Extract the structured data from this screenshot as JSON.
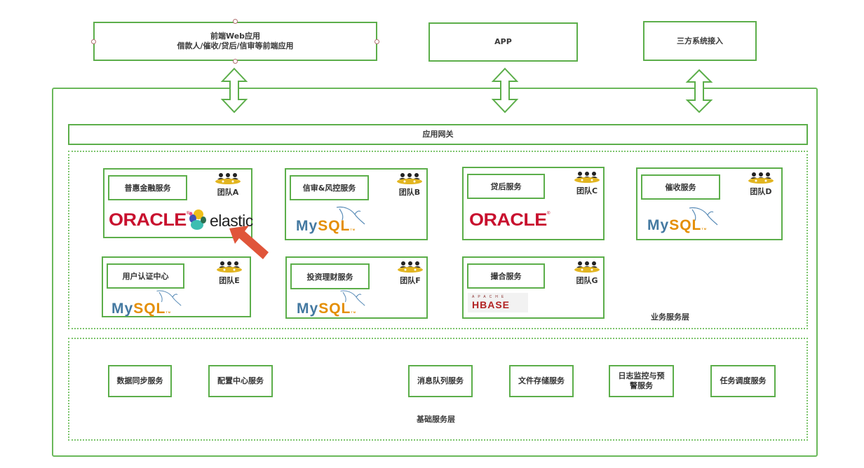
{
  "clients": {
    "web": {
      "line1": "前端Web应用",
      "line2": "借款人/催收/贷后/信审等前端应用"
    },
    "app": {
      "label": "APP"
    },
    "third_party": {
      "label": "三方系统接入"
    }
  },
  "gateway": {
    "label": "应用网关"
  },
  "business_layer": {
    "label": "业务服务层",
    "services": [
      {
        "name": "普惠金融服务",
        "team": "团队A",
        "stores": [
          "ORACLE",
          "elastic"
        ]
      },
      {
        "name": "信审&风控服务",
        "team": "团队B",
        "stores": [
          "MySQL"
        ]
      },
      {
        "name": "贷后服务",
        "team": "团队C",
        "stores": [
          "ORACLE"
        ]
      },
      {
        "name": "催收服务",
        "team": "团队D",
        "stores": [
          "MySQL"
        ]
      },
      {
        "name": "用户认证中心",
        "team": "团队E",
        "stores": [
          "MySQL"
        ]
      },
      {
        "name": "投资理财服务",
        "team": "团队F",
        "stores": [
          "MySQL"
        ]
      },
      {
        "name": "撮合服务",
        "team": "团队G",
        "stores": [
          "APACHE HBASE"
        ]
      }
    ]
  },
  "base_layer": {
    "label": "基础服务层",
    "services": [
      "数据同步服务",
      "配置中心服务",
      "消息队列服务",
      "文件存储服务",
      "日志监控与预警服务",
      "任务调度服务"
    ],
    "log_service_lines": [
      "日志监控与预",
      "警服务"
    ]
  },
  "logos": {
    "oracle": "ORACLE",
    "elastic": "elastic",
    "mysql_my": "My",
    "mysql_sql": "SQL",
    "hbase_apache": "APACHE",
    "hbase_name": "HBASE"
  },
  "colors": {
    "border_green": "#5cae4a",
    "arrow_red": "#e0553a",
    "oracle_red": "#c8102e",
    "mysql_blue": "#4479a1",
    "mysql_orange": "#e48e00",
    "team_gold": "#e2b520"
  }
}
